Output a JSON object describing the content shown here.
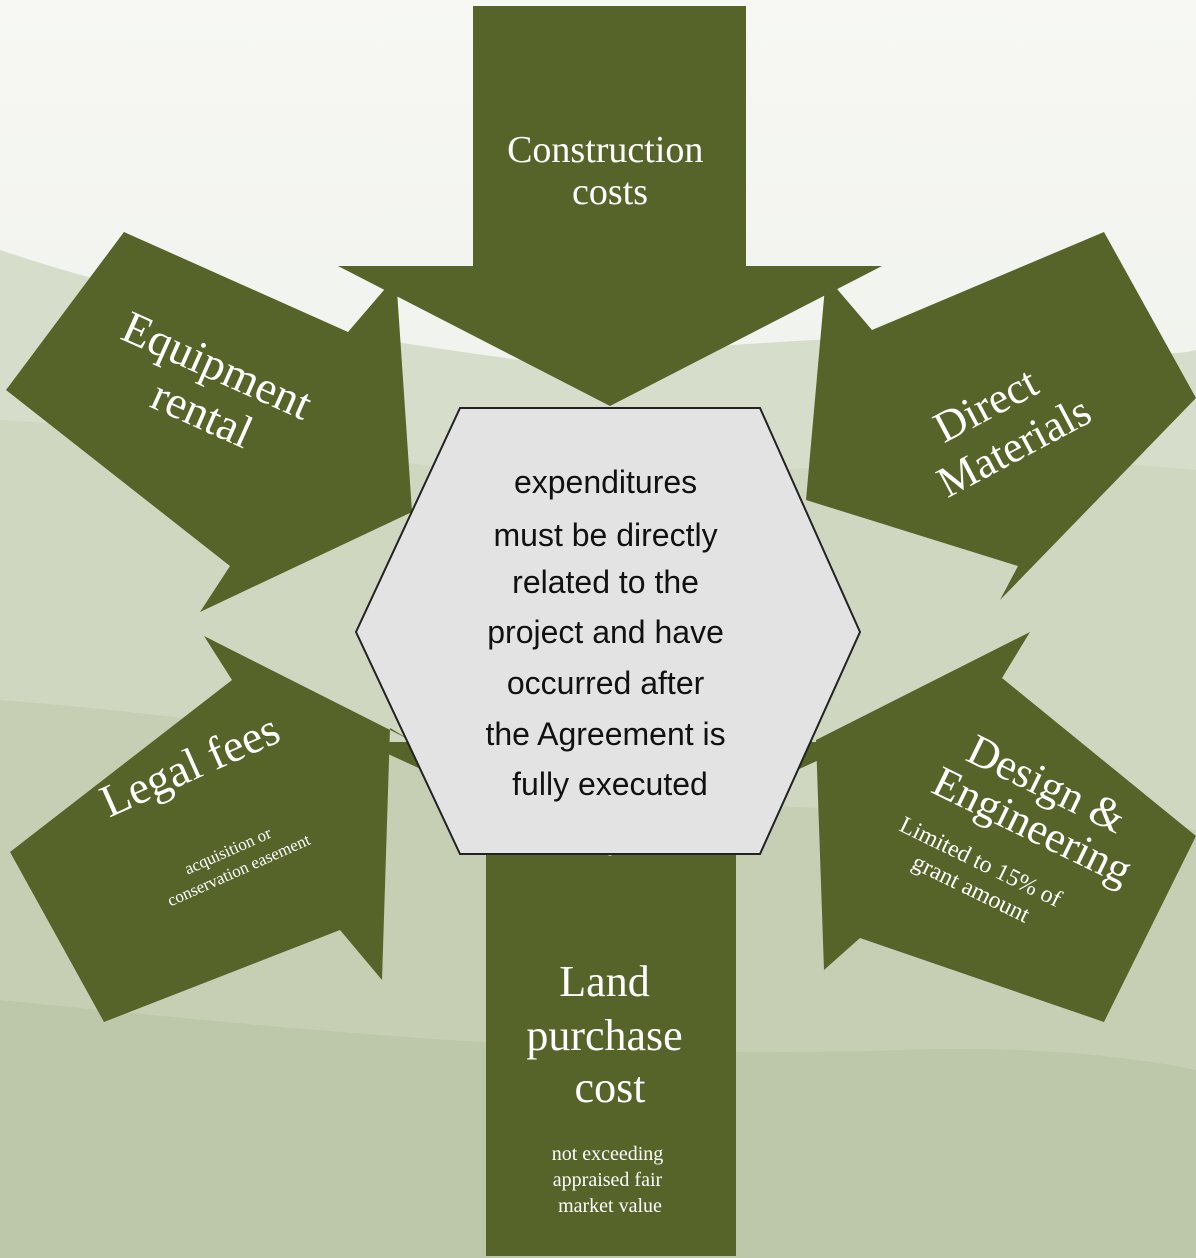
{
  "center": {
    "lines": [
      "expenditures",
      "must be directly",
      "related to the",
      "project and have",
      "occurred after",
      "the Agreement is",
      "fully executed"
    ]
  },
  "arrows": {
    "construction": {
      "lines": [
        "Construction",
        "costs"
      ]
    },
    "equipment": {
      "lines": [
        "Equipment",
        "rental"
      ]
    },
    "materials": {
      "lines": [
        "Direct",
        "Materials"
      ]
    },
    "legal": {
      "lines": [
        "Legal fees"
      ],
      "sub": [
        "acquisition or",
        "conservation easement"
      ]
    },
    "design": {
      "lines": [
        "Design &",
        "Engineering"
      ],
      "sub": [
        "Limited to 15% of",
        "grant amount"
      ]
    },
    "land": {
      "lines": [
        "Land",
        "purchase",
        "cost"
      ],
      "sub": [
        "not exceeding",
        "appraised fair",
        "market value"
      ]
    }
  },
  "colors": {
    "arrow": "#566329",
    "hexagon": "#e3e3e3",
    "hexagon_stroke": "#222222"
  }
}
